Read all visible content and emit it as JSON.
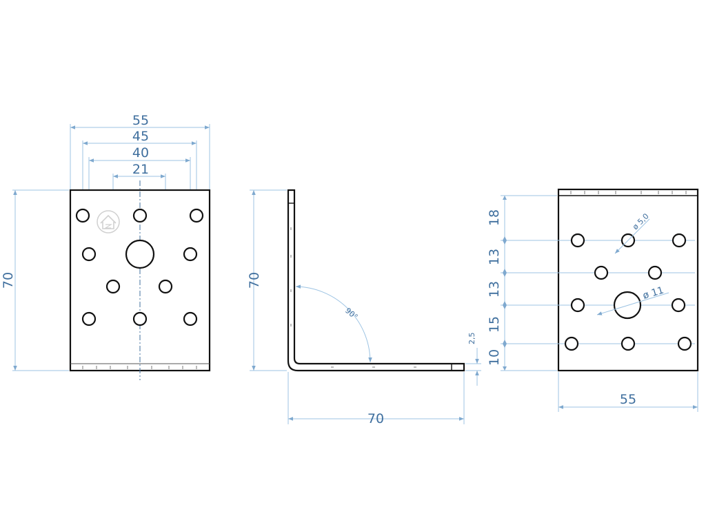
{
  "front_view": {
    "dims": {
      "width_overall": "55",
      "width_outer_holes": "45",
      "width_inner_holes": "40",
      "width_center_holes": "21",
      "height": "70"
    }
  },
  "side_view": {
    "dims": {
      "height": "70",
      "length": "70",
      "thickness": "2,5",
      "angle": "90°"
    }
  },
  "right_view": {
    "dims": {
      "row_1": "18",
      "row_2": "13",
      "row_3": "13",
      "row_4": "15",
      "row_5": "10",
      "width": "55",
      "small_hole_diameter": "ø 5,0",
      "large_hole_diameter": "ø 11"
    }
  },
  "colors": {
    "dimension": "#3f6f9e",
    "dimension_line": "#9cc3e3",
    "outline": "#111111"
  },
  "icons": {
    "watermark": "house-logo-icon"
  }
}
